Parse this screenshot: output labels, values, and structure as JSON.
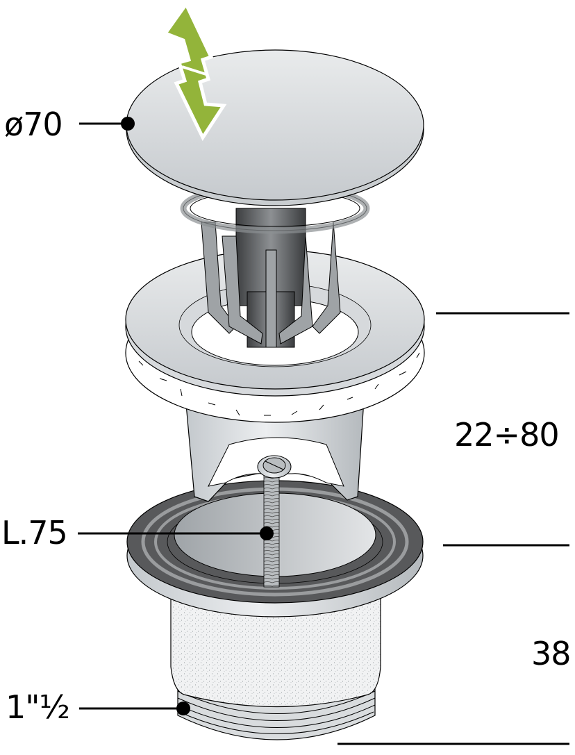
{
  "diagram": {
    "subject": "Pop-up (click-clack) basin waste drain assembly, exploded view",
    "callouts": {
      "cap_diameter": "ø70",
      "screw_length": "L.75",
      "thread_size": "1\"½"
    },
    "dimensions": {
      "basin_thickness_range": "22÷80",
      "body_height": "38"
    },
    "icons": {
      "push_arrow": "up-down-arrow-icon"
    },
    "colors": {
      "arrow_green": "#93b43a",
      "metal_light": "#e4e7e9",
      "metal_mid": "#b9bec2",
      "rubber_dark": "#555759",
      "line": "#000000"
    },
    "parts": [
      "cap",
      "spring cage / plug mechanism",
      "flange ring",
      "foam washer",
      "rubber gasket",
      "threaded rod",
      "drain body",
      "threaded tail"
    ]
  }
}
